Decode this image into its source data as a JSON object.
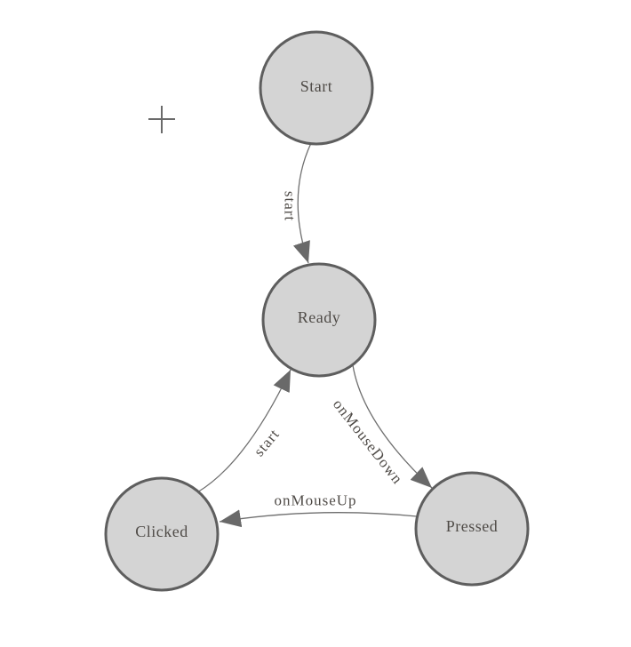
{
  "diagram": {
    "type": "state-machine",
    "nodes": [
      {
        "id": "start",
        "label": "Start"
      },
      {
        "id": "ready",
        "label": "Ready"
      },
      {
        "id": "clicked",
        "label": "Clicked"
      },
      {
        "id": "pressed",
        "label": "Pressed"
      }
    ],
    "edges": [
      {
        "id": "start-to-ready",
        "label": "start",
        "from": "Start",
        "to": "Ready"
      },
      {
        "id": "ready-to-pressed",
        "label": "onMouseDown",
        "from": "Ready",
        "to": "Pressed"
      },
      {
        "id": "pressed-to-clicked",
        "label": "onMouseUp",
        "from": "Pressed",
        "to": "Clicked"
      },
      {
        "id": "clicked-to-ready",
        "label": "start",
        "from": "Clicked",
        "to": "Ready"
      }
    ],
    "icons": [
      {
        "name": "plus-icon"
      }
    ],
    "colors": {
      "background": "#ffffff",
      "node_fill": "#d4d4d4",
      "node_border": "#5e5e5e",
      "edge_line": "#6f6f6f",
      "arrow_head": "#696969",
      "text": "#4f4b47",
      "plus": "#6a6a6a"
    }
  }
}
